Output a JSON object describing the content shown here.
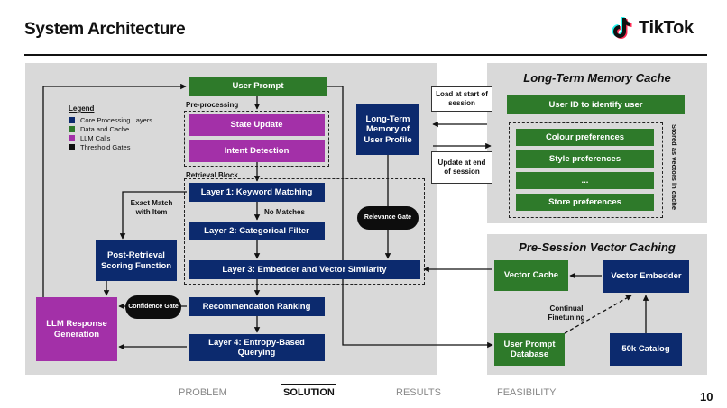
{
  "header": {
    "title": "System Architecture",
    "brand": "TikTok"
  },
  "colors": {
    "navy": "#0c2a6e",
    "green": "#2e7a2a",
    "purple": "#a330a8",
    "black": "#0d0d0d",
    "panel": "#d9d9d9"
  },
  "legend": {
    "title": "Legend",
    "items": [
      {
        "label": "Core Processing Layers",
        "color": "#0c2a6e"
      },
      {
        "label": "Data and Cache",
        "color": "#2e7a2a"
      },
      {
        "label": "LLM Calls",
        "color": "#a330a8"
      },
      {
        "label": "Threshold Gates",
        "color": "#0d0d0d"
      }
    ]
  },
  "main": {
    "user_prompt": "User Prompt",
    "preprocessing_label": "Pre-processing",
    "state_update": "State Update",
    "intent_detection": "Intent Detection",
    "retrieval_block_label": "Retrieval Block",
    "layer1": "Layer 1: Keyword Matching",
    "no_matches": "No Matches",
    "layer2": "Layer 2: Categorical Filter",
    "layer3": "Layer 3: Embedder and Vector Similarity",
    "exact_match": "Exact Match with Item",
    "post_retrieval": "Post-Retrieval Scoring Function",
    "long_term_memory": "Long-Term Memory of User Profile",
    "relevance_gate": "Relevance Gate",
    "recommendation_ranking": "Recommendation Ranking",
    "confidence_gate": "Confidence Gate",
    "llm_response": "LLM Response Generation",
    "layer4": "Layer 4: Entropy-Based Querying"
  },
  "connectors": {
    "load_at_start": "Load at start of session",
    "update_at_end": "Update at end of session"
  },
  "ltm_cache": {
    "title": "Long-Term Memory Cache",
    "user_id": "User ID to identify user",
    "preferences": [
      "Colour preferences",
      "Style preferences",
      "...",
      "Store preferences"
    ],
    "side_label": "Stored as vectors in cache"
  },
  "presession": {
    "title": "Pre-Session Vector Caching",
    "vector_cache": "Vector Cache",
    "vector_embedder": "Vector Embedder",
    "continual": "Continual Finetuning",
    "user_prompt_db": "User Prompt Database",
    "catalog": "50k Catalog"
  },
  "footer": {
    "nav": [
      "PROBLEM",
      "SOLUTION",
      "RESULTS",
      "FEASIBILITY"
    ],
    "active": "SOLUTION",
    "page_number": "10"
  }
}
